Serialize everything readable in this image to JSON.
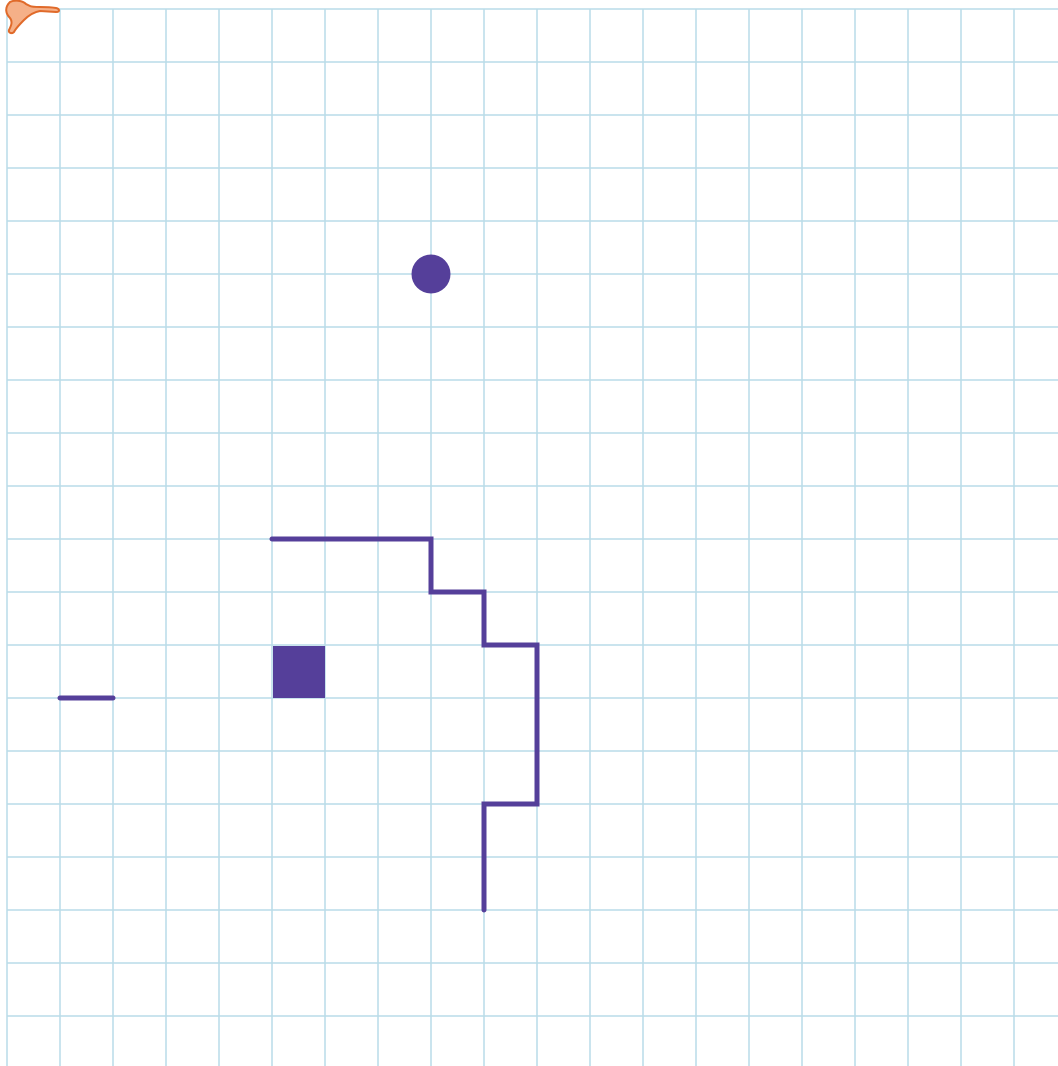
{
  "board": {
    "grid": {
      "columns": 20,
      "rows": 20,
      "line_color": "#b9dce8",
      "background": "#ffffff"
    },
    "accent_color": "#553f9a",
    "mascot_colors": {
      "skin": "#f5b088",
      "outline": "#e06a2a"
    },
    "pieces": {
      "dot": {
        "col": 8,
        "row": 5,
        "icon": "circle-dot"
      },
      "square": {
        "col": 5,
        "row": 12,
        "icon": "filled-square"
      },
      "dash": {
        "from": [
          1,
          13
        ],
        "to": [
          2,
          13
        ],
        "icon": "short-line"
      },
      "path": {
        "icon": "staircase-path",
        "points": [
          [
            5,
            10
          ],
          [
            8,
            10
          ],
          [
            8,
            11
          ],
          [
            9,
            11
          ],
          [
            9,
            12
          ],
          [
            10,
            12
          ],
          [
            10,
            15
          ],
          [
            9,
            15
          ],
          [
            9,
            17
          ]
        ]
      }
    },
    "mascot": {
      "icon": "character-peek-icon"
    }
  }
}
